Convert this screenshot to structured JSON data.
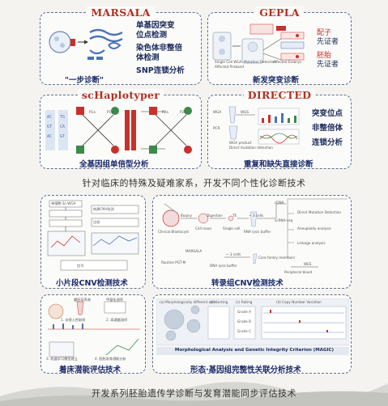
{
  "top": {
    "marsala": {
      "title": "MARSALA",
      "features": [
        "单基因突变",
        "位点检测",
        "染色体非整倍",
        "体检测",
        "SNP连锁分析"
      ],
      "caption": "\"一步诊断\""
    },
    "gepla": {
      "title": "GEPLA",
      "caption": "新发突变诊断",
      "labels": [
        "配子",
        "先证者",
        "胚胎",
        "先证者"
      ],
      "tiny": [
        "Single Cell WGA",
        "Mutation Detection",
        "Affected Embryo",
        "Affected Proband"
      ]
    },
    "schaplotyper": {
      "title": "scHaplotyper",
      "caption": "全基因组单倍型分析",
      "tiny": [
        "P1a",
        "P1b",
        "P2a",
        "P2b"
      ]
    },
    "directed": {
      "title": "DIRECTED",
      "features": [
        "突变位点",
        "非整倍体",
        "连锁分析"
      ],
      "caption": "重复和缺失直接诊断",
      "tiny": [
        "WGA",
        "WGS",
        "PCR",
        "WGA product",
        "Direct mutation detection"
      ]
    }
  },
  "section1_text": "针对临床的特殊及疑难家系，开发不同个性化诊断技术",
  "middle": {
    "cnv": {
      "caption": "小片段CNV检测技术",
      "tiny": [
        "单细胞 Sc-WGA",
        "构建CNV检测",
        "比较",
        "信号"
      ]
    },
    "transcriptome": {
      "caption": "转录组CNV检测技术",
      "tiny": [
        "Biopsy",
        "Digestion",
        "TE",
        "Clinical Blastocyst",
        "Cell mass",
        "Single cell",
        "~ 3 cells",
        "RNA lysis buffer",
        "cDNA",
        "scRNA-seq",
        "Direct Mutation Detection",
        "Aneuploidy analysis",
        "Linkage analysis",
        "MARSALA",
        "Core family members",
        "Peripheral blood",
        "WES",
        "Routine PGT-M",
        "DNA lysis buffer",
        "~ 3 cells"
      ]
    }
  },
  "bottom": {
    "potential": {
      "caption": "着床潜能评估技术",
      "tiny": [
        "囊胚培养液",
        "甲基化测序",
        "1. 非侵入性取样",
        "2. 高通量测序",
        "3. 机器学习模型建立",
        "4. 胚胎发育潜能分析"
      ]
    },
    "magic": {
      "caption": "形态·基因组完整性关联分析技术",
      "panel_titles": [
        "(a) Morphologically different cells",
        "(b) Sorting",
        "(c) Rating",
        "(d) Copy Number Variation"
      ],
      "panel_sub": [
        "Grade A",
        "Grade B",
        "Grade C"
      ],
      "banner": "Morphological Analysis and Genetic Integrity Criterion (MAGIC)"
    }
  },
  "section2_text": "开发系列胚胎遗传学诊断与发育潜能同步评估技术",
  "colors": {
    "title_red": "#b23022",
    "navy": "#1a2a5a",
    "dashed_border": "#5a6d95",
    "accent_red": "#c8312b",
    "accent_blue": "#4a73b5",
    "accent_green": "#3c8a4a"
  }
}
